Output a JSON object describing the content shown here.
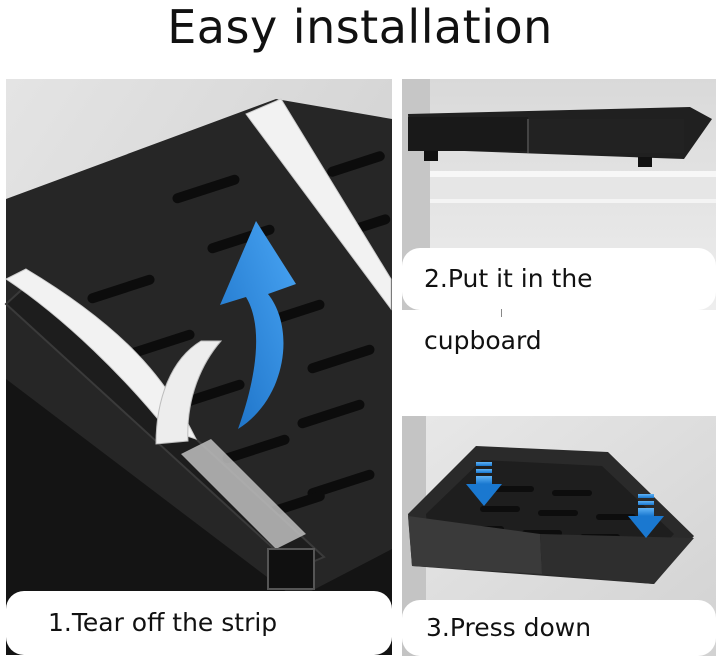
{
  "title": "Easy installation",
  "steps": [
    {
      "label": "1.Tear off the strip"
    },
    {
      "label": "2.Put it in the cupboard"
    },
    {
      "label": "3.Press down"
    }
  ],
  "icons": {
    "step1": "curved-arrow-up-icon",
    "step3": "arrow-down-icon"
  },
  "colors": {
    "arrow_blue": "#2f8be0",
    "tray_black": "#1c1c1c",
    "strip_white": "#f2f2f2",
    "background_gray": "#dcdcdc"
  }
}
